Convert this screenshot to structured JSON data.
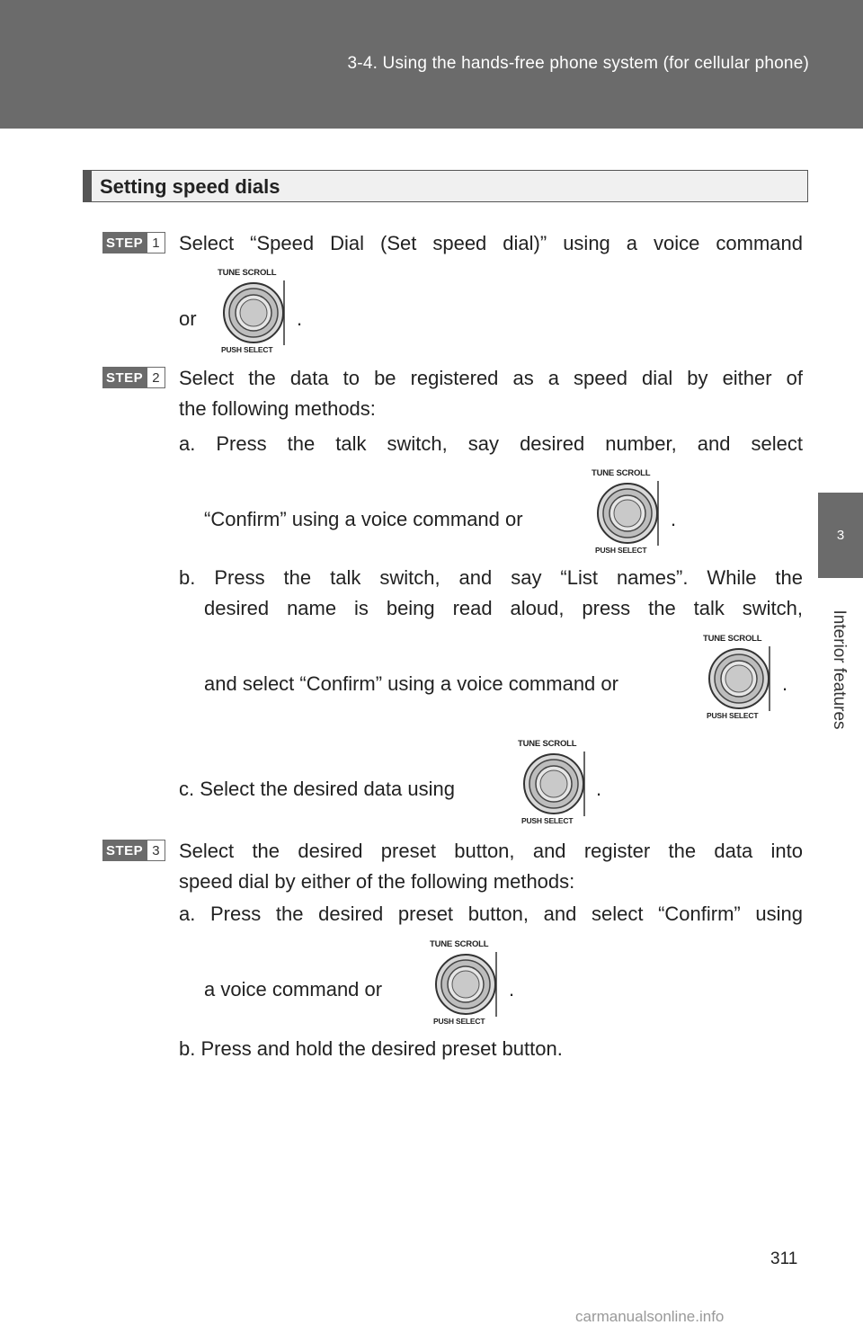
{
  "header": {
    "title": "3-4. Using the hands-free phone system (for cellular phone)"
  },
  "side": {
    "chapter_number": "3",
    "chapter_label": "Interior features"
  },
  "section": {
    "title": "Setting speed dials"
  },
  "dial": {
    "top_label": "TUNE SCROLL",
    "bottom_label": "PUSH SELECT"
  },
  "steps": [
    {
      "prefix": "STEP",
      "number": "1",
      "line1": "Select “Speed Dial (Set speed dial)” using a voice command",
      "line2": "or",
      "end": "."
    },
    {
      "prefix": "STEP",
      "number": "2",
      "line1": "Select the data to be registered as a speed dial by either of",
      "line2": "the following methods:",
      "items": [
        {
          "line1": "a. Press the talk switch, say desired number, and select",
          "line2": "“Confirm” using a voice command or",
          "end": "."
        },
        {
          "line1": "b. Press the talk switch, and say “List names”. While the",
          "line2": "desired name is being read aloud, press the talk switch,",
          "line3": "and select “Confirm” using a voice command or",
          "end": "."
        },
        {
          "line1": "c. Select the desired data using",
          "end": "."
        }
      ]
    },
    {
      "prefix": "STEP",
      "number": "3",
      "line1": "Select the desired preset button, and register the data into",
      "line2": "speed dial by either of the following methods:",
      "items": [
        {
          "line1": "a. Press the desired preset button, and select “Confirm” using",
          "line2": "a voice command or",
          "end": "."
        },
        {
          "line1": "b. Press and hold the desired preset button."
        }
      ]
    }
  ],
  "footer": {
    "page_number": "311",
    "watermark": "carmanualsonline.info"
  }
}
